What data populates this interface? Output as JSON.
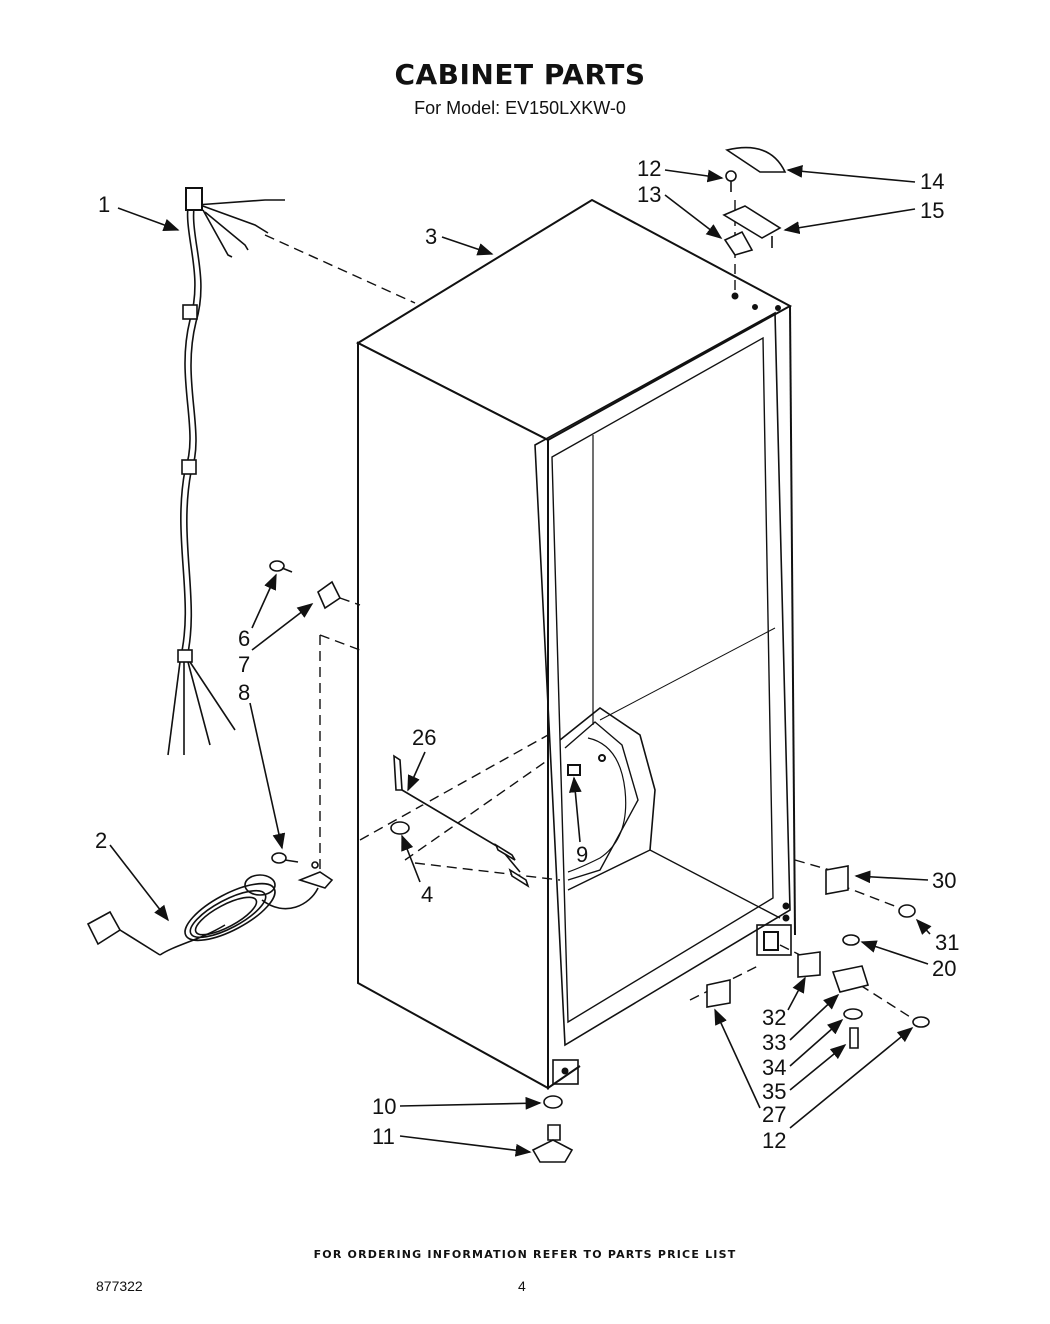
{
  "header": {
    "title": "CABINET PARTS",
    "subtitle": "For Model: EV150LXKW-0"
  },
  "callouts": {
    "c1": "1",
    "c2": "2",
    "c3": "3",
    "c4": "4",
    "c6": "6",
    "c7": "7",
    "c8": "8",
    "c9": "9",
    "c10": "10",
    "c11": "11",
    "c12a": "12",
    "c12b": "12",
    "c13": "13",
    "c14": "14",
    "c15": "15",
    "c20": "20",
    "c26": "26",
    "c27": "27",
    "c30": "30",
    "c31": "31",
    "c32": "32",
    "c33": "33",
    "c34": "34",
    "c35": "35"
  },
  "footer": {
    "ordering_note": "FOR ORDERING INFORMATION REFER TO PARTS PRICE LIST",
    "doc_number": "877322",
    "page_number": "4"
  }
}
